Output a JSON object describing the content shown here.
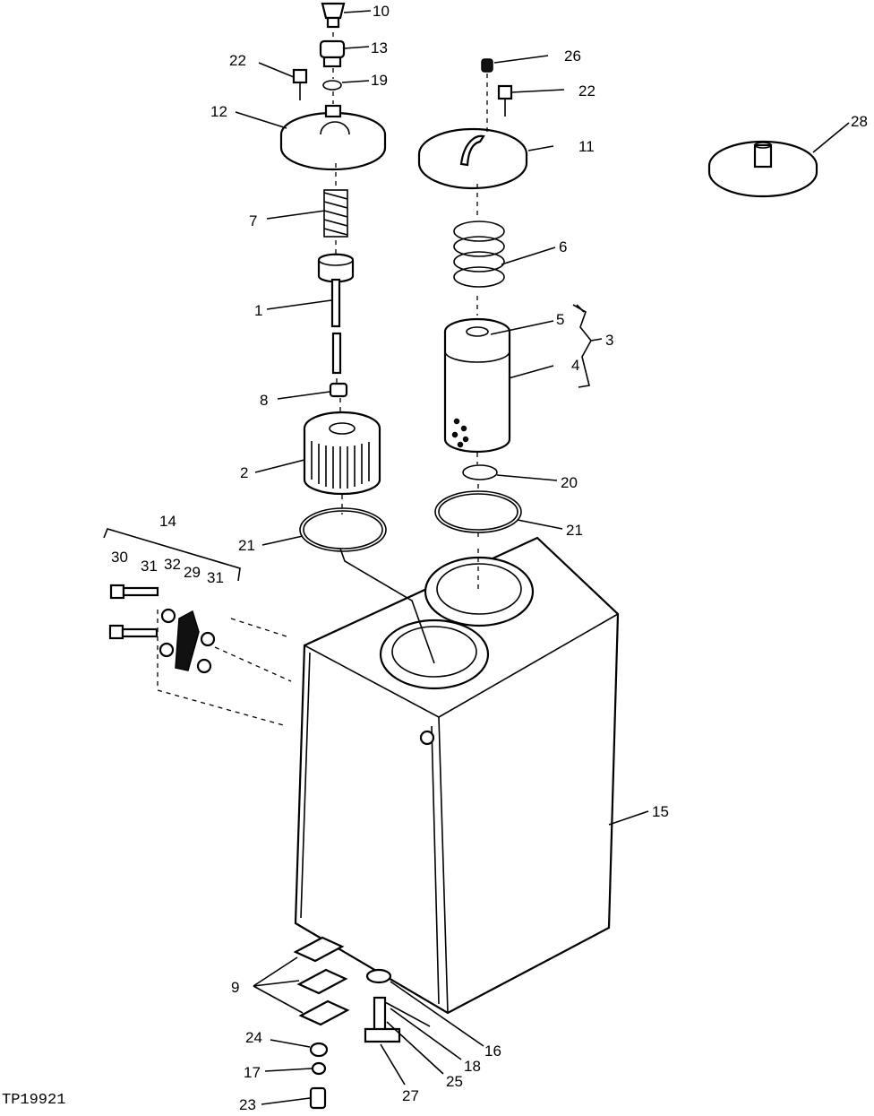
{
  "figure_id": "TP19921",
  "callouts": [
    {
      "key": "c10",
      "text": "10"
    },
    {
      "key": "c13",
      "text": "13"
    },
    {
      "key": "c22a",
      "text": "22"
    },
    {
      "key": "c19",
      "text": "19"
    },
    {
      "key": "c12",
      "text": "12"
    },
    {
      "key": "c26",
      "text": "26"
    },
    {
      "key": "c22b",
      "text": "22"
    },
    {
      "key": "c11",
      "text": "11"
    },
    {
      "key": "c28",
      "text": "28"
    },
    {
      "key": "c7",
      "text": "7"
    },
    {
      "key": "c6",
      "text": "6"
    },
    {
      "key": "c1",
      "text": "1"
    },
    {
      "key": "c5",
      "text": "5"
    },
    {
      "key": "c3",
      "text": "3"
    },
    {
      "key": "c4",
      "text": "4"
    },
    {
      "key": "c8",
      "text": "8"
    },
    {
      "key": "c2",
      "text": "2"
    },
    {
      "key": "c20",
      "text": "20"
    },
    {
      "key": "c21a",
      "text": "21"
    },
    {
      "key": "c21b",
      "text": "21"
    },
    {
      "key": "c14",
      "text": "14"
    },
    {
      "key": "c30",
      "text": "30"
    },
    {
      "key": "c31a",
      "text": "31"
    },
    {
      "key": "c32",
      "text": "32"
    },
    {
      "key": "c29",
      "text": "29"
    },
    {
      "key": "c31b",
      "text": "31"
    },
    {
      "key": "c15",
      "text": "15"
    },
    {
      "key": "c9",
      "text": "9"
    },
    {
      "key": "c16",
      "text": "16"
    },
    {
      "key": "c24",
      "text": "24"
    },
    {
      "key": "c18",
      "text": "18"
    },
    {
      "key": "c17",
      "text": "17"
    },
    {
      "key": "c25",
      "text": "25"
    },
    {
      "key": "c27",
      "text": "27"
    },
    {
      "key": "c23",
      "text": "23"
    }
  ]
}
